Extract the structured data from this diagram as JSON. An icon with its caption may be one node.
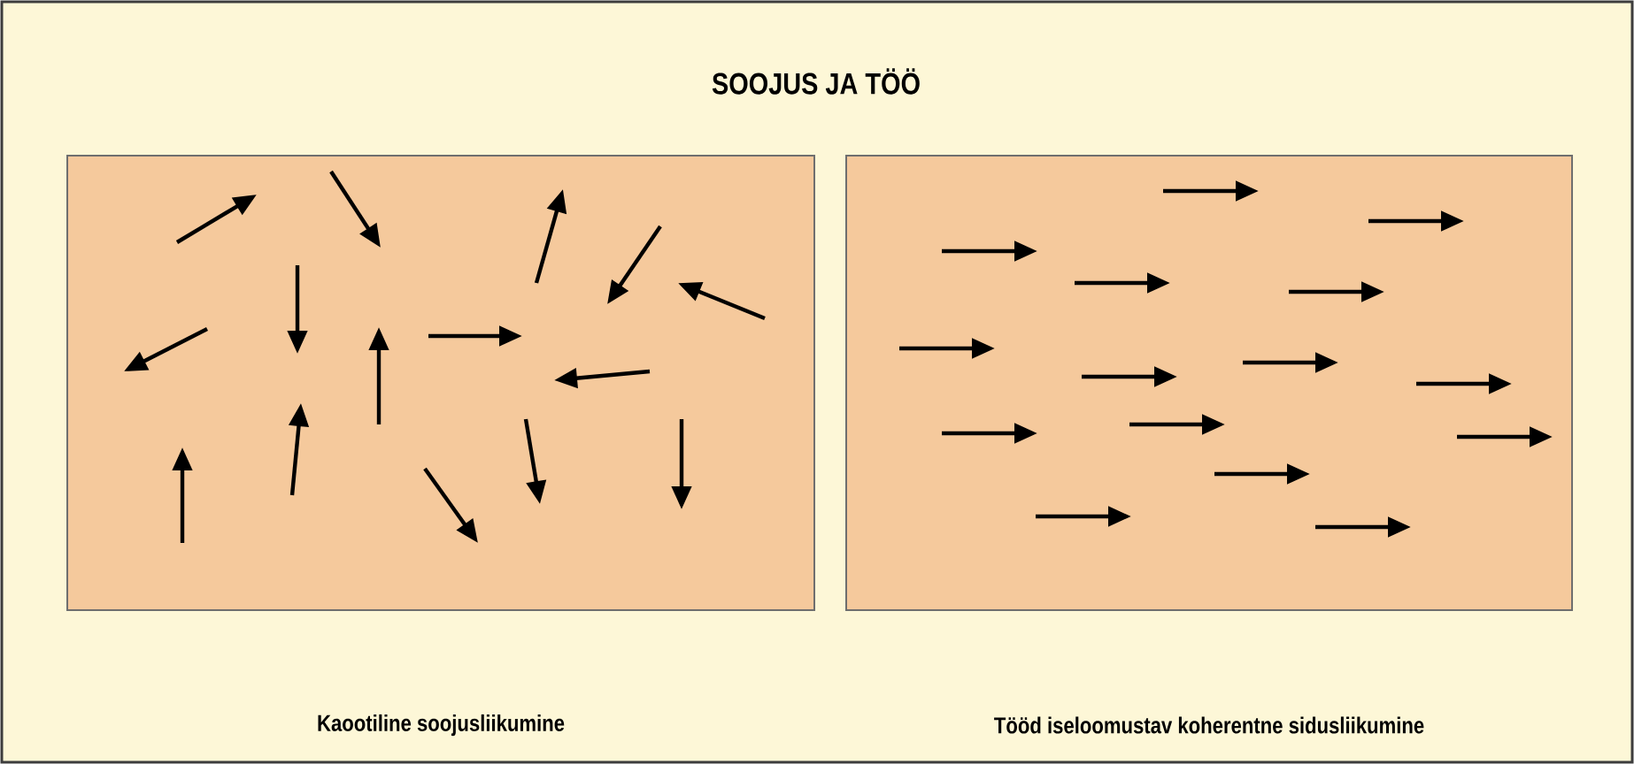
{
  "diagram": {
    "title": "SOOJUS JA TÖÖ",
    "labels": [
      "Kaootiline soojusliikumine",
      "Tööd iseloomustav koherentne sidusliikumine"
    ]
  }
}
